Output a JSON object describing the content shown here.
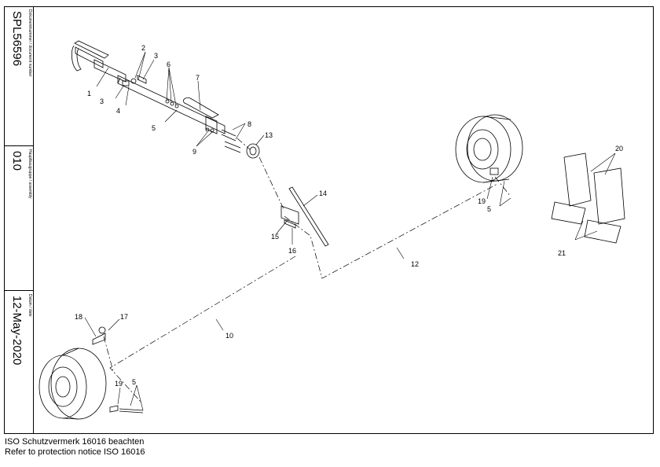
{
  "title_block": {
    "document_number_caption": "Dokumentnummer / document number",
    "document_number": "SPL56596",
    "assembly_caption": "Hauptbaugruppe / assembly",
    "assembly": "010",
    "date_caption": "Datum / date",
    "date": "12-May-2020"
  },
  "footer": {
    "notice_de": "ISO Schutzvermerk 16016 beachten",
    "notice_en": "Refer to protection notice ISO 16016"
  },
  "callouts": [
    "1",
    "2",
    "3",
    "3",
    "4",
    "5",
    "6",
    "7",
    "8",
    "9",
    "13",
    "14",
    "15",
    "16",
    "12",
    "10",
    "17",
    "18",
    "19",
    "5",
    "19",
    "5",
    "20",
    "21"
  ]
}
